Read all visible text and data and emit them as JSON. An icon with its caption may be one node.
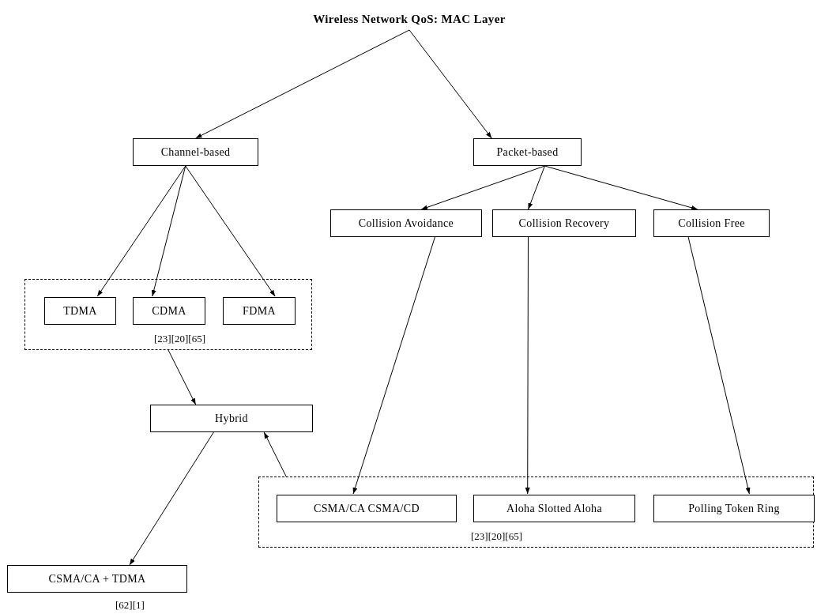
{
  "diagram": {
    "nodes": [
      {
        "text": [
          "Wireless Network QoS: MAC Layer"
        ]
      },
      {
        "text": [
          "Channel-based"
        ]
      },
      {
        "text": [
          "Packet-based"
        ]
      },
      {
        "text": [
          "Collision Avoidance"
        ]
      },
      {
        "text": [
          "Collision Recovery"
        ]
      },
      {
        "text": [
          "Collision Free"
        ]
      },
      {
        "text": [
          "[23][20][65]"
        ]
      },
      {
        "text": [
          "TDMA"
        ],
        "in": 6
      },
      {
        "text": [
          "CDMA"
        ],
        "in": 6
      },
      {
        "text": [
          "FDMA"
        ],
        "in": 6
      },
      {
        "text": [
          "Hybrid"
        ]
      },
      {
        "text": [
          "[23][20][65]"
        ]
      },
      {
        "text": [
          "CSMA/CA CSMA/CD"
        ],
        "in": 11
      },
      {
        "text": [
          "Aloha Slotted Aloha"
        ],
        "in": 11
      },
      {
        "text": [
          "Polling Token Ring"
        ],
        "in": 11
      },
      {
        "text": [
          "CSMA/CA + TDMA"
        ],
        "beside": [
          "[62][1]"
        ]
      }
    ],
    "edges": [
      {
        "from": 0,
        "to": 1,
        "arrow": "to"
      },
      {
        "from": 0,
        "to": 2,
        "arrow": "to"
      },
      {
        "from": 1,
        "to": 7,
        "arrow": "to"
      },
      {
        "from": 1,
        "to": 8,
        "arrow": "to"
      },
      {
        "from": 1,
        "to": 9,
        "arrow": "to"
      },
      {
        "from": 2,
        "to": 3,
        "arrow": "to"
      },
      {
        "from": 2,
        "to": 4,
        "arrow": "to"
      },
      {
        "from": 2,
        "to": 5,
        "arrow": "to"
      },
      {
        "from": 3,
        "to": 12,
        "arrow": "to"
      },
      {
        "from": 4,
        "to": 13,
        "arrow": "to"
      },
      {
        "from": 5,
        "to": 14,
        "arrow": "to"
      },
      {
        "from": 6,
        "to": 10,
        "arrow": "to"
      },
      {
        "from": 11,
        "to": 10,
        "arrow": "to"
      },
      {
        "from": 10,
        "to": 15,
        "arrow": "to"
      }
    ]
  }
}
